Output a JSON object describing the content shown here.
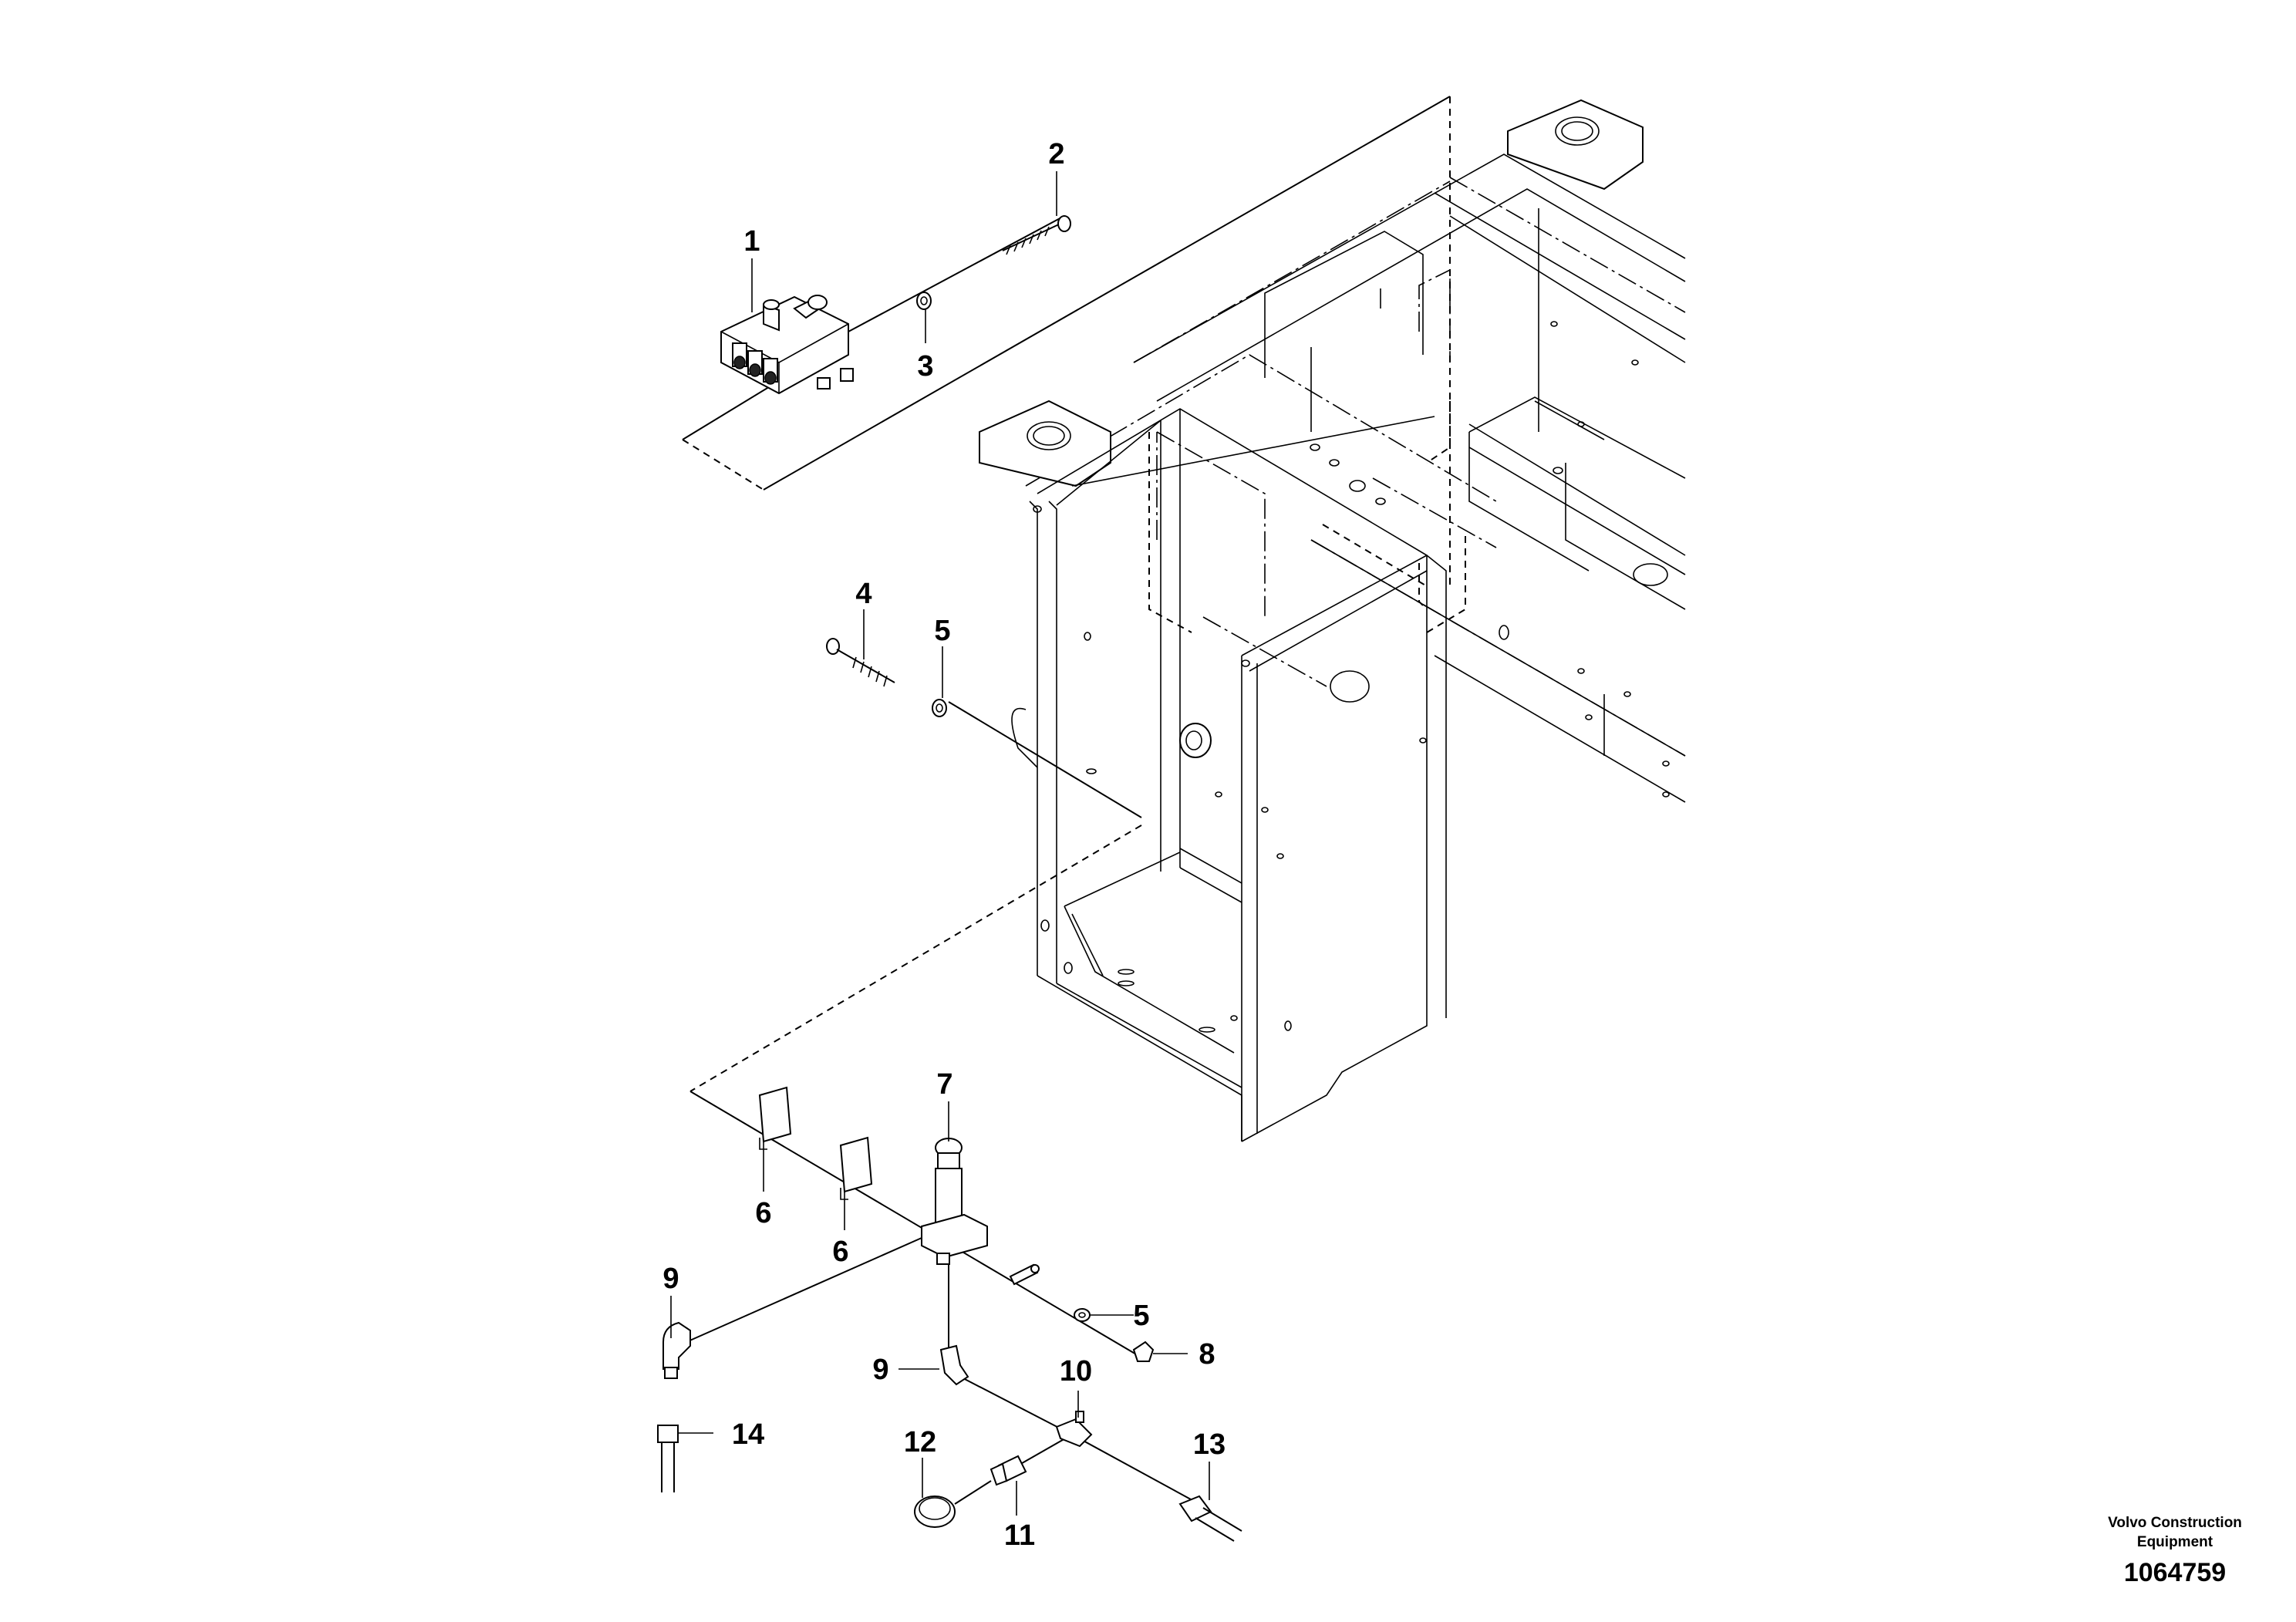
{
  "diagram": {
    "callouts": [
      "1",
      "2",
      "3",
      "4",
      "5",
      "6",
      "6",
      "7",
      "9",
      "5",
      "8",
      "9",
      "10",
      "14",
      "12",
      "13",
      "11"
    ],
    "credit_line1": "Volvo Construction",
    "credit_line2": "Equipment",
    "document_number": "1064759"
  }
}
